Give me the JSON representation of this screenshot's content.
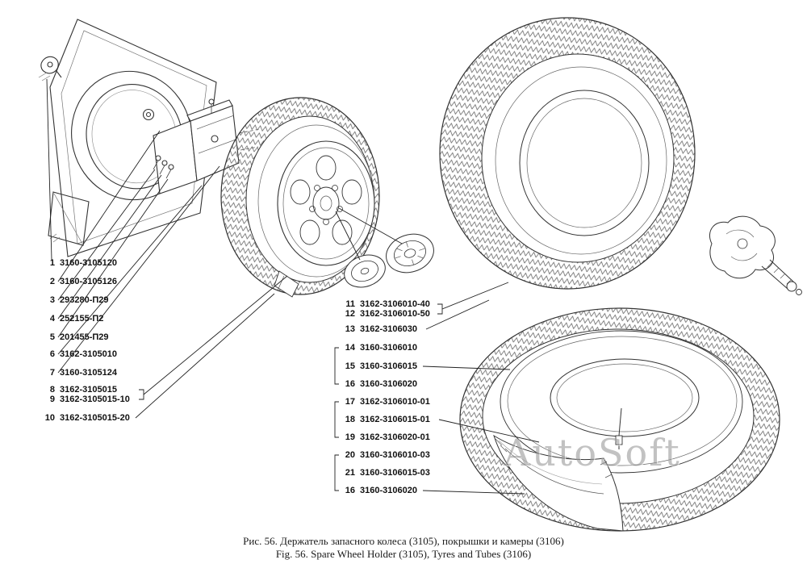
{
  "figure": {
    "caption_ru": "Рис. 56. Держатель запасного колеса (3105), покрышки и камеры (3106)",
    "caption_en": "Fig. 56. Spare Wheel Holder (3105), Tyres and Tubes (3106)",
    "watermark": "AutoSoft"
  },
  "colors": {
    "background": "#ffffff",
    "line_ink": "#333333",
    "watermark": "#9b9b9b"
  },
  "left_callouts": [
    {
      "num": "1",
      "part": "3160-3105120"
    },
    {
      "num": "2",
      "part": "3160-3105126"
    },
    {
      "num": "3",
      "part": "293280-П29"
    },
    {
      "num": "4",
      "part": "252155-П2"
    },
    {
      "num": "5",
      "part": "201455-П29"
    },
    {
      "num": "6",
      "part": "3162-3105010"
    },
    {
      "num": "7",
      "part": "3160-3105124"
    },
    {
      "num": "8",
      "part": "3162-3105015"
    },
    {
      "num": "9",
      "part": "3162-3105015-10"
    },
    {
      "num": "10",
      "part": "3162-3105015-20"
    }
  ],
  "middle_callouts": [
    {
      "num": "11",
      "part": "3162-3106010-40"
    },
    {
      "num": "12",
      "part": "3162-3106010-50"
    },
    {
      "num": "13",
      "part": "3162-3106030"
    },
    {
      "num": "14",
      "part": "3160-3106010"
    },
    {
      "num": "15",
      "part": "3160-3106015"
    },
    {
      "num": "16",
      "part": "3160-3106020"
    },
    {
      "num": "17",
      "part": "3162-3106010-01"
    },
    {
      "num": "18",
      "part": "3162-3106015-01"
    },
    {
      "num": "19",
      "part": "3162-3106020-01"
    },
    {
      "num": "20",
      "part": "3160-3106010-03"
    },
    {
      "num": "21",
      "part": "3160-3106015-03"
    },
    {
      "num": "16",
      "part": "3160-3106020"
    }
  ]
}
